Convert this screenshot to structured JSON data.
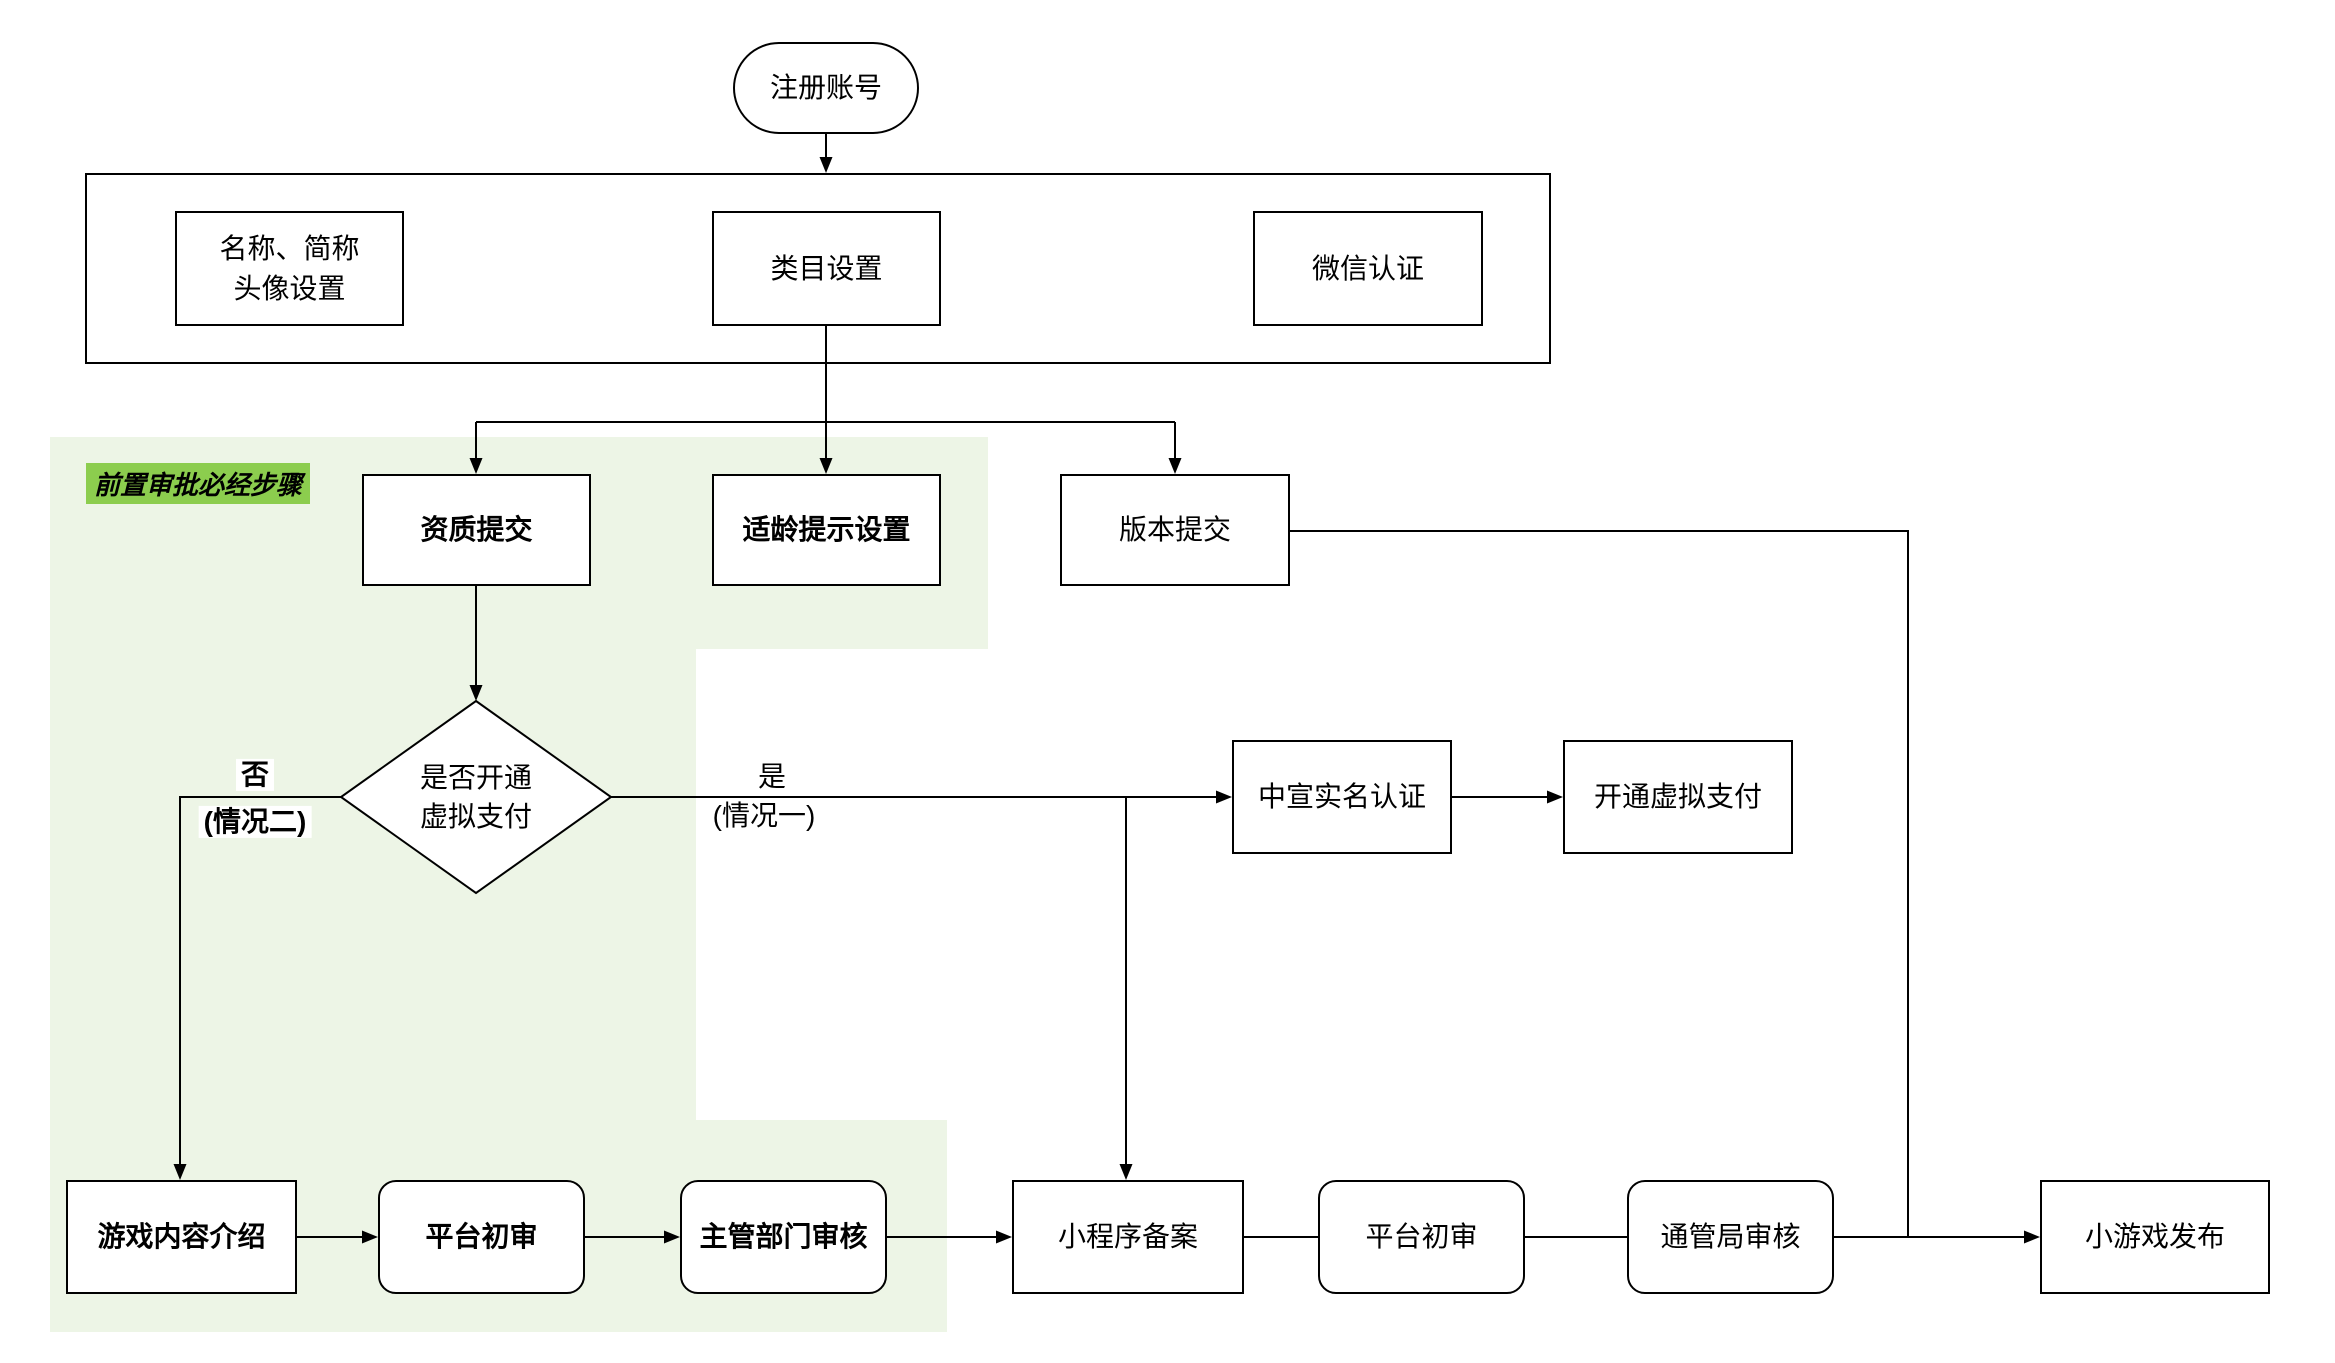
{
  "colors": {
    "page_bg": "#ffffff",
    "ink": "#000000",
    "node_fill": "#ffffff",
    "band_green": "#edf5e6",
    "label_highlight_green": "#8ccd4e"
  },
  "region_label": "前置审批必经步骤",
  "nodes": {
    "register_account": {
      "label": "注册账号"
    },
    "name_avatar": {
      "line1": "名称、简称",
      "line2": "头像设置"
    },
    "category_setting": {
      "label": "类目设置"
    },
    "wechat_verification": {
      "label": "微信认证"
    },
    "qualification_submit": {
      "label": "资质提交"
    },
    "age_tip_setting": {
      "label": "适龄提示设置"
    },
    "version_submit": {
      "label": "版本提交"
    },
    "virtual_pay_decision": {
      "line1": "是否开通",
      "line2": "虚拟支付"
    },
    "zhongxuan_realname_auth": {
      "label": "中宣实名认证"
    },
    "open_virtual_pay": {
      "label": "开通虚拟支付"
    },
    "game_content_intro": {
      "label": "游戏内容介绍"
    },
    "platform_first_review": {
      "label": "平台初审"
    },
    "dept_review": {
      "label": "主管部门审核"
    },
    "mini_program_filing": {
      "label": "小程序备案"
    },
    "platform_first_review_2": {
      "label": "平台初审"
    },
    "comm_admin_review": {
      "label": "通管局审核"
    },
    "mini_game_publish": {
      "label": "小游戏发布"
    }
  },
  "edge_labels": {
    "no": "否",
    "no_case": "(情况二)",
    "yes": "是",
    "yes_case": "(情况一)"
  }
}
